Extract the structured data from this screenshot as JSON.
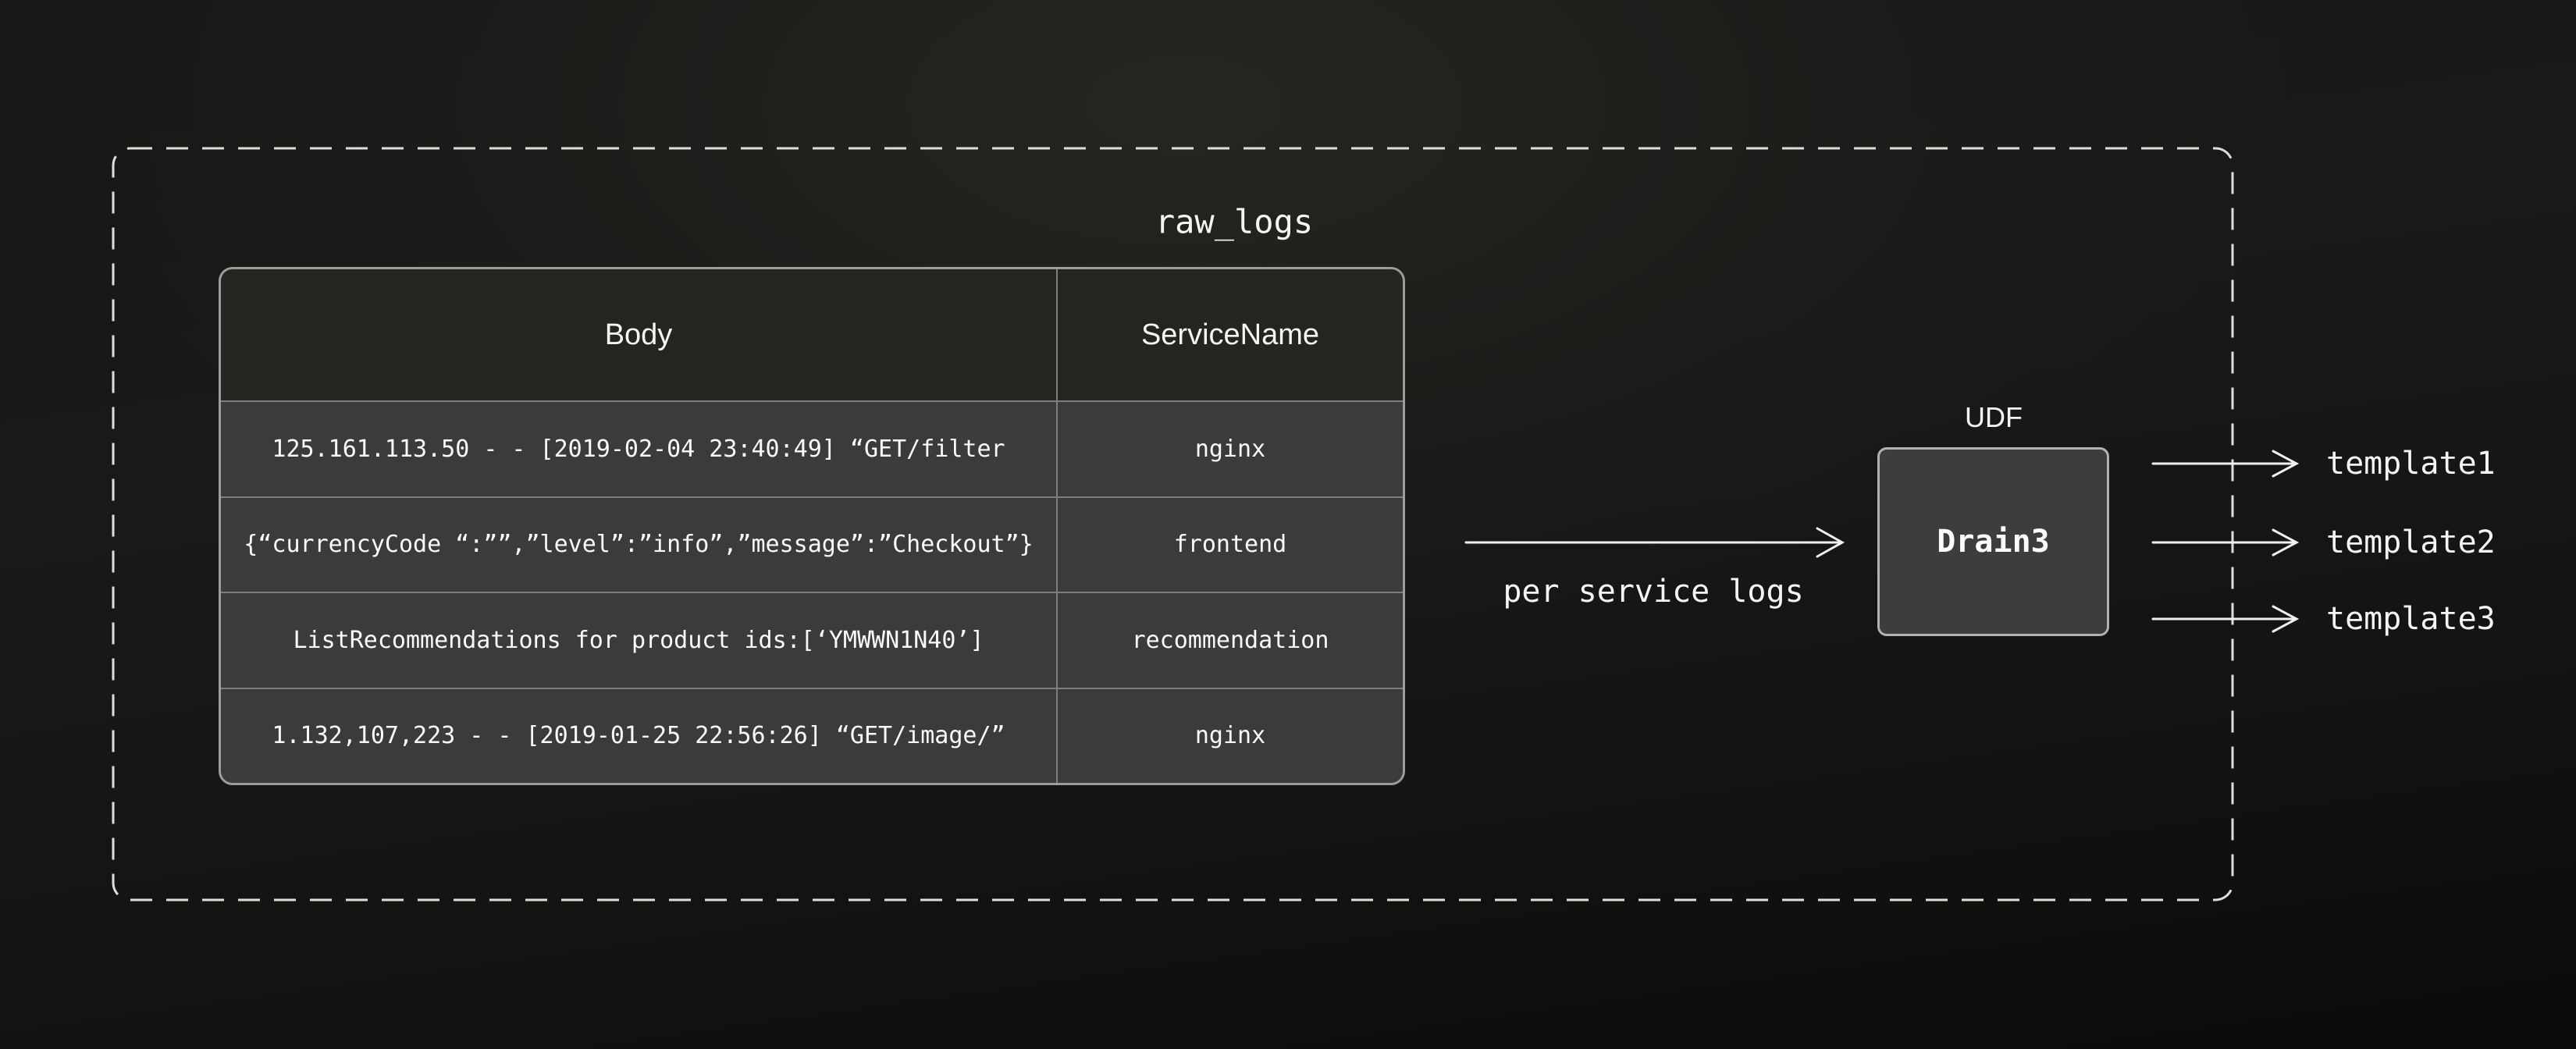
{
  "diagram": {
    "container_label": "raw_logs",
    "table": {
      "headers": {
        "body": "Body",
        "service": "ServiceName"
      },
      "rows": [
        {
          "body": "125.161.113.50 - - [2019-02-04 23:40:49] “GET/filter",
          "service": "nginx"
        },
        {
          "body": "{“currencyCode “:””,”level”:”info”,”message”:”Checkout”}",
          "service": "frontend"
        },
        {
          "body": "ListRecommendations for product ids:[‘YMWWN1N40’]",
          "service": "recommendation"
        },
        {
          "body": "1.132,107,223 - - [2019-01-25 22:56:26] “GET/image/”",
          "service": "nginx"
        }
      ]
    },
    "flow_label": "per service logs",
    "processor": {
      "caption": "UDF",
      "label": "Drain3"
    },
    "outputs": [
      {
        "label": "template1"
      },
      {
        "label": "template2"
      },
      {
        "label": "template3"
      }
    ]
  },
  "colors": {
    "background_base": "#131311",
    "row_fill": "#3b3b3a",
    "header_fill": "#242421",
    "box_fill": "#3d3d3c",
    "grid_line": "#7e7e7c",
    "outer_border": "#9c9c9a",
    "dashed_boundary": "#dededb",
    "stroke": "#f0f0ee",
    "text": "#f4f4f2"
  }
}
